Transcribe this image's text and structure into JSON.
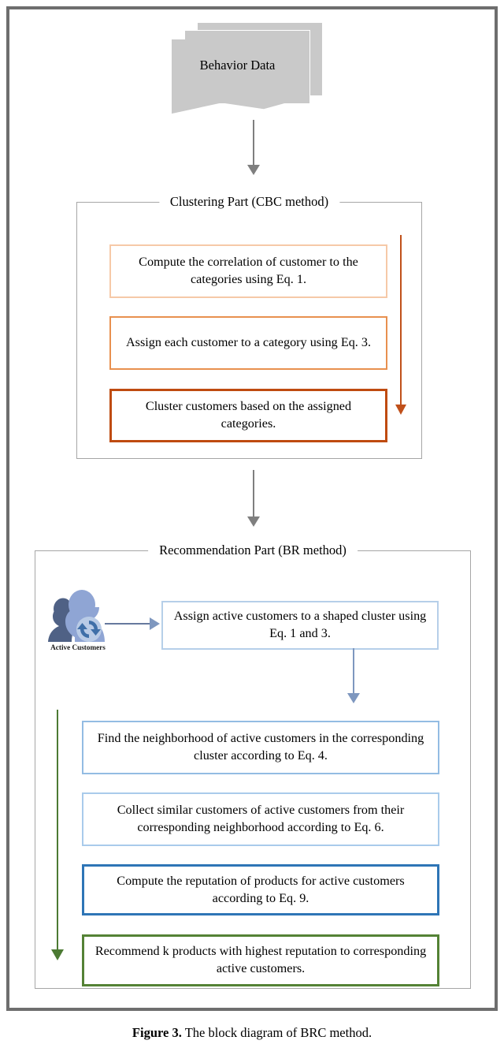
{
  "figure": {
    "caption_label": "Figure 3.",
    "caption_text": " The block diagram of BRC method."
  },
  "source": {
    "label": "Behavior Data"
  },
  "clustering": {
    "title": "Clustering Part (CBC method)",
    "steps": [
      {
        "text": "Compute the correlation of customer to the categories using Eq. 1.",
        "border_color": "#f6c9a8"
      },
      {
        "text": "Assign each customer to a category using Eq. 3.",
        "border_color": "#e8904f"
      },
      {
        "text": "Cluster customers based on the assigned categories.",
        "border_color": "#bf4b10"
      }
    ],
    "flow_arrow_color": "#c0501a"
  },
  "recommendation": {
    "title": "Recommendation Part (BR method)",
    "actor": {
      "label": "Active Customers",
      "icon": "two-people-sync-icon",
      "front_color": "#8fa5d4",
      "back_color": "#4f6185",
      "sync_color": "#6e95c4"
    },
    "steps": [
      {
        "text": "Assign active customers to a shaped cluster using Eq. 1 and 3.",
        "border_color": "#b6cfe9"
      },
      {
        "text": "Find the neighborhood of active customers in the corresponding cluster according to Eq. 4.",
        "border_color": "#93bce3"
      },
      {
        "text": "Collect similar customers of active customers from their corresponding neighborhood according to Eq. 6.",
        "border_color": "#a9cbeb"
      },
      {
        "text": "Compute the reputation of products for active customers according to Eq. 9.",
        "border_color": "#2e75b6"
      },
      {
        "text": "Recommend k products with highest reputation to corresponding active customers.",
        "border_color": "#548235"
      }
    ],
    "flow_arrow_color": "#4c7a33",
    "inner_arrow_color": "#7e97bf"
  },
  "connectors": {
    "data_to_clustering": "down-arrow-icon",
    "clustering_to_recommendation": "down-arrow-icon",
    "connector_color": "#7f7f7f"
  }
}
